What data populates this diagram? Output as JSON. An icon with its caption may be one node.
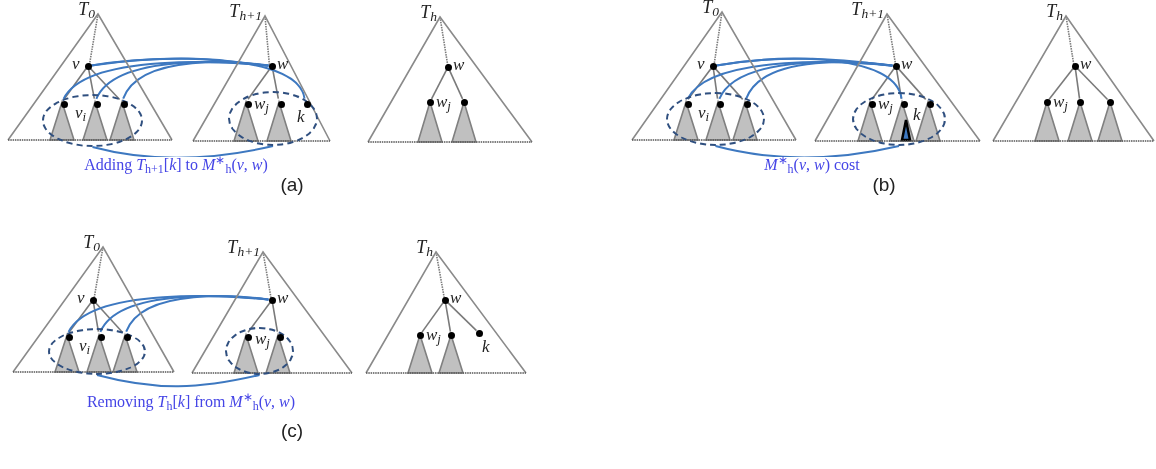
{
  "diagram": {
    "nodes": [
      {
        "text": [
          "*T*$_{0}$"
        ]
      },
      {
        "text": [],
        "shape": "circle",
        "in": 0,
        "beside": [
          "*v*"
        ]
      },
      {
        "text": [],
        "shape": "ellipse",
        "in": 0
      },
      {
        "text": [],
        "shape": "circle",
        "in": 2
      },
      {
        "text": [],
        "shape": "circle",
        "in": 2,
        "beside": [
          "*v*$_{i}$"
        ]
      },
      {
        "text": [],
        "shape": "circle",
        "in": 2
      },
      {
        "text": [
          "*T*$_{h+1}$"
        ]
      },
      {
        "text": [],
        "shape": "circle",
        "in": 6,
        "beside": [
          "*w*"
        ]
      },
      {
        "text": [],
        "shape": "ellipse",
        "in": 6
      },
      {
        "text": [],
        "shape": "circle",
        "in": 8,
        "beside": [
          "*w*$_{j}$"
        ]
      },
      {
        "text": [],
        "shape": "circle",
        "in": 8
      },
      {
        "text": [],
        "shape": "circle",
        "in": 8,
        "beside": [
          "*k*"
        ]
      },
      {
        "text": [
          "*T*$_{h}$"
        ]
      },
      {
        "text": [],
        "shape": "circle",
        "in": 12,
        "beside": [
          "*w*"
        ]
      },
      {
        "text": [],
        "shape": "circle",
        "in": 12,
        "beside": [
          "*w*$_{j}$"
        ]
      },
      {
        "text": [],
        "shape": "circle",
        "in": 12
      },
      {
        "text": [
          "*T*$_{0}$"
        ]
      },
      {
        "text": [],
        "shape": "circle",
        "in": 16,
        "beside": [
          "*v*"
        ]
      },
      {
        "text": [],
        "shape": "ellipse",
        "in": 16
      },
      {
        "text": [],
        "shape": "circle",
        "in": 18
      },
      {
        "text": [],
        "shape": "circle",
        "in": 18,
        "beside": [
          "*v*$_{i}$"
        ]
      },
      {
        "text": [],
        "shape": "circle",
        "in": 18
      },
      {
        "text": [
          "*T*$_{h+1}$"
        ]
      },
      {
        "text": [],
        "shape": "circle",
        "in": 22,
        "beside": [
          "*w*"
        ]
      },
      {
        "text": [],
        "shape": "ellipse",
        "in": 22
      },
      {
        "text": [],
        "shape": "circle",
        "in": 24,
        "beside": [
          "*w*$_{j}$"
        ]
      },
      {
        "text": [],
        "shape": "circle",
        "in": 24,
        "beside": [
          "*k*"
        ]
      },
      {
        "text": [],
        "shape": "circle",
        "in": 24
      },
      {
        "text": [
          "*T*$_{h}$"
        ]
      },
      {
        "text": [],
        "shape": "circle",
        "in": 28,
        "beside": [
          "*w*"
        ]
      },
      {
        "text": [],
        "shape": "circle",
        "in": 28,
        "beside": [
          "*w*$_{j}$"
        ]
      },
      {
        "text": [],
        "shape": "circle",
        "in": 28
      },
      {
        "text": [],
        "shape": "circle",
        "in": 28
      },
      {
        "text": [
          "*T*$_{0}$"
        ]
      },
      {
        "text": [],
        "shape": "circle",
        "in": 33,
        "beside": [
          "*v*"
        ]
      },
      {
        "text": [],
        "shape": "ellipse",
        "in": 33
      },
      {
        "text": [],
        "shape": "circle",
        "in": 35
      },
      {
        "text": [],
        "shape": "circle",
        "in": 35,
        "beside": [
          "*v*$_{i}$"
        ]
      },
      {
        "text": [],
        "shape": "circle",
        "in": 35
      },
      {
        "text": [
          "*T*$_{h+1}$"
        ]
      },
      {
        "text": [],
        "shape": "circle",
        "in": 39,
        "beside": [
          "*w*"
        ]
      },
      {
        "text": [],
        "shape": "ellipse",
        "in": 39
      },
      {
        "text": [],
        "shape": "circle",
        "in": 41,
        "beside": [
          "*w*$_{j}$"
        ]
      },
      {
        "text": [],
        "shape": "circle",
        "in": 41
      },
      {
        "text": [
          "*T*$_{h}$"
        ]
      },
      {
        "text": [],
        "shape": "circle",
        "in": 44,
        "beside": [
          "*w*"
        ]
      },
      {
        "text": [],
        "shape": "circle",
        "in": 44,
        "beside": [
          "*w*$_{j}$"
        ]
      },
      {
        "text": [],
        "shape": "circle",
        "in": 44
      },
      {
        "text": [],
        "shape": "circle",
        "in": 44,
        "beside": [
          "*k*"
        ]
      }
    ],
    "edges": [
      {
        "from": 0,
        "to": 1,
        "arrow": "none",
        "style": "dashed"
      },
      {
        "from": 1,
        "to": 3,
        "arrow": "none"
      },
      {
        "from": 1,
        "to": 4,
        "arrow": "none"
      },
      {
        "from": 1,
        "to": 5,
        "arrow": "none"
      },
      {
        "from": 6,
        "to": 7,
        "arrow": "none",
        "style": "dashed"
      },
      {
        "from": 7,
        "to": 9,
        "arrow": "none"
      },
      {
        "from": 7,
        "to": 10,
        "arrow": "none"
      },
      {
        "from": 12,
        "to": 13,
        "arrow": "none",
        "style": "dashed"
      },
      {
        "from": 13,
        "to": 14,
        "arrow": "none"
      },
      {
        "from": 13,
        "to": 15,
        "arrow": "none"
      },
      {
        "from": 1,
        "to": 7,
        "arrow": "none",
        "color": "#3d78c0"
      },
      {
        "from": 1,
        "to": 11,
        "arrow": "none",
        "color": "#3d78c0"
      },
      {
        "from": 3,
        "to": 7,
        "arrow": "none",
        "color": "#3d78c0"
      },
      {
        "from": 4,
        "to": 7,
        "arrow": "none",
        "color": "#3d78c0"
      },
      {
        "from": 5,
        "to": 7,
        "arrow": "none",
        "color": "#3d78c0"
      },
      {
        "from": 2,
        "to": 8,
        "arrow": "none",
        "color": "#3d78c0"
      },
      {
        "from": 16,
        "to": 17,
        "arrow": "none",
        "style": "dashed"
      },
      {
        "from": 17,
        "to": 19,
        "arrow": "none"
      },
      {
        "from": 17,
        "to": 20,
        "arrow": "none"
      },
      {
        "from": 17,
        "to": 21,
        "arrow": "none"
      },
      {
        "from": 22,
        "to": 23,
        "arrow": "none",
        "style": "dashed"
      },
      {
        "from": 23,
        "to": 25,
        "arrow": "none"
      },
      {
        "from": 23,
        "to": 26,
        "arrow": "none"
      },
      {
        "from": 23,
        "to": 27,
        "arrow": "none"
      },
      {
        "from": 28,
        "to": 29,
        "arrow": "none",
        "style": "dashed"
      },
      {
        "from": 29,
        "to": 30,
        "arrow": "none"
      },
      {
        "from": 29,
        "to": 31,
        "arrow": "none"
      },
      {
        "from": 29,
        "to": 32,
        "arrow": "none"
      },
      {
        "from": 17,
        "to": 23,
        "arrow": "none",
        "color": "#3d78c0"
      },
      {
        "from": 17,
        "to": 26,
        "arrow": "none",
        "color": "#3d78c0"
      },
      {
        "from": 19,
        "to": 23,
        "arrow": "none",
        "color": "#3d78c0"
      },
      {
        "from": 20,
        "to": 23,
        "arrow": "none",
        "color": "#3d78c0"
      },
      {
        "from": 21,
        "to": 23,
        "arrow": "none",
        "color": "#3d78c0"
      },
      {
        "from": 18,
        "to": 24,
        "arrow": "none",
        "color": "#3d78c0"
      },
      {
        "from": 33,
        "to": 34,
        "arrow": "none",
        "style": "dashed"
      },
      {
        "from": 34,
        "to": 36,
        "arrow": "none"
      },
      {
        "from": 34,
        "to": 37,
        "arrow": "none"
      },
      {
        "from": 34,
        "to": 38,
        "arrow": "none"
      },
      {
        "from": 39,
        "to": 40,
        "arrow": "none",
        "style": "dashed"
      },
      {
        "from": 40,
        "to": 42,
        "arrow": "none"
      },
      {
        "from": 40,
        "to": 43,
        "arrow": "none"
      },
      {
        "from": 44,
        "to": 45,
        "arrow": "none",
        "style": "dashed"
      },
      {
        "from": 45,
        "to": 46,
        "arrow": "none"
      },
      {
        "from": 45,
        "to": 47,
        "arrow": "none"
      },
      {
        "from": 45,
        "to": 48,
        "arrow": "none"
      },
      {
        "from": 36,
        "to": 40,
        "arrow": "none",
        "color": "#3d78c0"
      },
      {
        "from": 37,
        "to": 40,
        "arrow": "none",
        "color": "#3d78c0"
      },
      {
        "from": 38,
        "to": 40,
        "arrow": "none",
        "color": "#3d78c0"
      },
      {
        "from": 35,
        "to": 41,
        "arrow": "none",
        "color": "#3d78c0"
      }
    ],
    "labels": [
      "Adding *T*$_{h+1}$[*k*] to *M*$^{∗}$$_{h}$(*v*, *w*)",
      "(a)",
      "*M*$^{∗}$$_{h}$(*v*, *w*) cost",
      "(b)",
      "Removing *T*$_{h}$[*k*] from *M*$^{∗}$$_{h}$(*v*, *w*)",
      "(c)"
    ]
  }
}
